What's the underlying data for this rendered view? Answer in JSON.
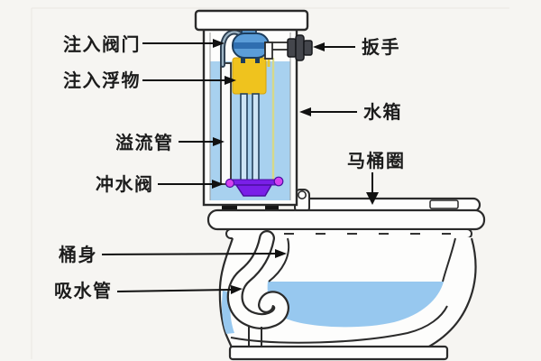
{
  "diagram": {
    "type": "toilet-structure-diagram",
    "labels": {
      "fill_valve": "注入阀门",
      "fill_float": "注入浮物",
      "overflow_pipe": "溢流管",
      "flush_valve": "冲水阀",
      "bowl_body": "桶身",
      "intake_pipe": "吸水管",
      "handle": "扳手",
      "water_tank": "水箱",
      "toilet_seat": "马桶圈"
    },
    "colors": {
      "background": "#f6f5f2",
      "outline": "#2b2b2b",
      "tank_water": "#a8d1ef",
      "bowl_water": "#97c8ef",
      "float_yellow": "#efc31e",
      "fill_valve_blue": "#5b9dd8",
      "fill_valve_band": "#2f6eb0",
      "flush_valve_purple": "#7a1fe8",
      "flush_valve_pink": "#d541f0",
      "handle_gray": "#44464c",
      "refill_tube_yellow": "#d6d98a",
      "label_text": "#1c1c1c"
    }
  }
}
